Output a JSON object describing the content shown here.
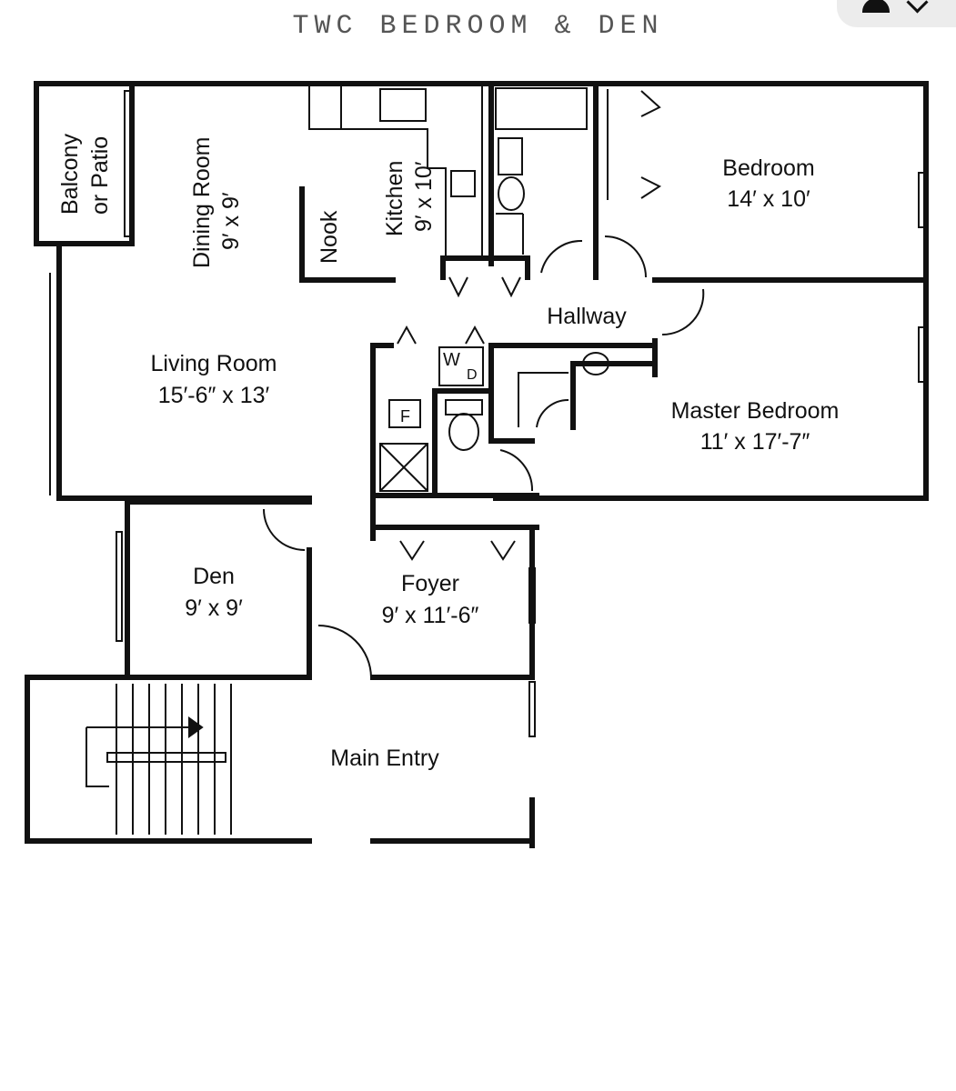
{
  "title": "TWC BEDROOM & DEN",
  "icons": [
    "profile-icon",
    "chevron-down-icon"
  ],
  "rooms": {
    "balcony": {
      "line1": "Balcony",
      "line2": "or Patio"
    },
    "dining": {
      "line1": "Dining Room",
      "line2": "9′ x 9′"
    },
    "nook": {
      "line1": "Nook"
    },
    "kitchen": {
      "line1": "Kitchen",
      "line2": "9′ x 10′"
    },
    "bedroom": {
      "line1": "Bedroom",
      "line2": "14′ x 10′"
    },
    "hallway": {
      "line1": "Hallway"
    },
    "living": {
      "line1": "Living Room",
      "line2": "15′-6″ x 13′"
    },
    "master": {
      "line1": "Master Bedroom",
      "line2": "11′ x 17′-7″"
    },
    "den": {
      "line1": "Den",
      "line2": "9′ x 9′"
    },
    "foyer": {
      "line1": "Foyer",
      "line2": "9′ x 11′-6″"
    },
    "main_entry": {
      "line1": "Main Entry"
    }
  },
  "fixtures": {
    "washer": "W",
    "dryer": "D",
    "furnace": "F"
  }
}
